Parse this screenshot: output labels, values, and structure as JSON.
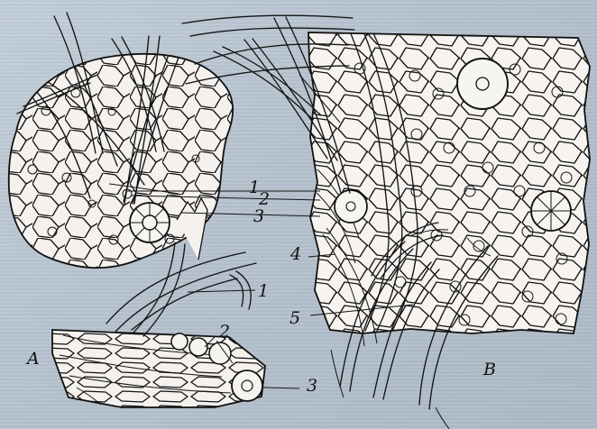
{
  "figure": {
    "panel_labels": [
      "A",
      "B"
    ],
    "panel_a_labels": [
      "1",
      "2",
      "3",
      "1",
      "2",
      "3"
    ],
    "panel_b_labels": [
      "4",
      "5"
    ]
  },
  "colors": {
    "background": "#b9c6d1",
    "tissue": "#f5f3f0",
    "ink": "#141414"
  }
}
